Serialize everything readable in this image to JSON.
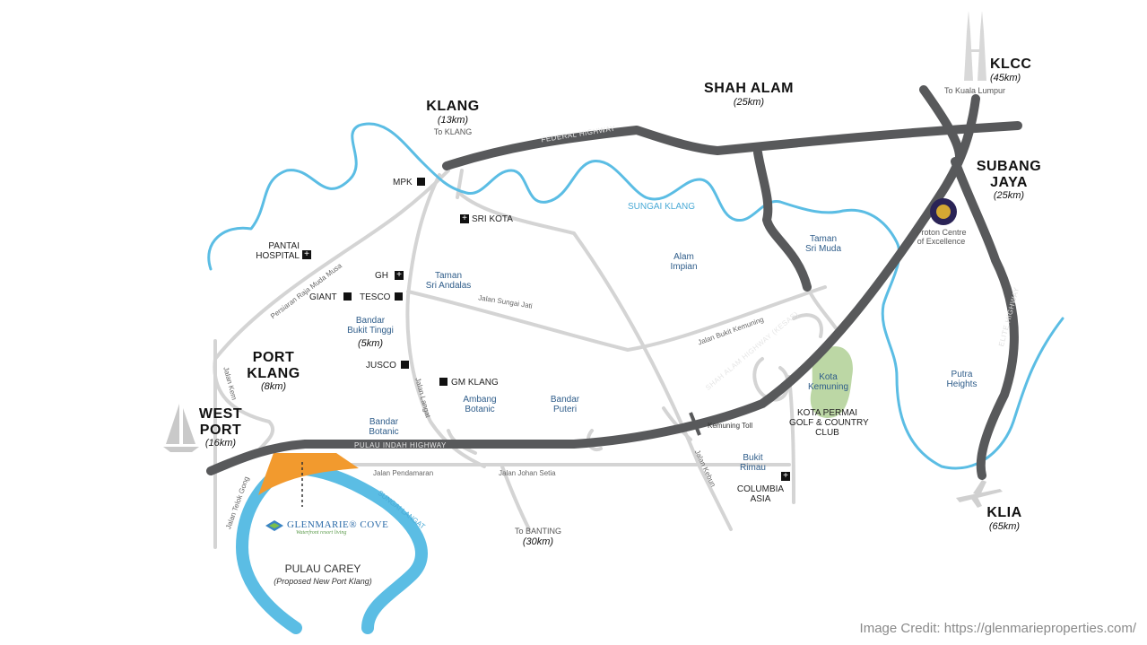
{
  "cities": {
    "klang": {
      "name": "KLANG",
      "dist": "(13km)",
      "sub": "To KLANG"
    },
    "shah_alam": {
      "name": "SHAH ALAM",
      "dist": "(25km)"
    },
    "klcc": {
      "name": "KLCC",
      "dist": "(45km)",
      "sub": "To Kuala Lumpur"
    },
    "subang": {
      "name_line1": "SUBANG",
      "name_line2": "JAYA",
      "dist": "(25km)"
    },
    "port_klang": {
      "name_line1": "PORT",
      "name_line2": "KLANG",
      "dist": "(8km)"
    },
    "west_port": {
      "name_line1": "WEST",
      "name_line2": "PORT",
      "dist": "(16km)"
    },
    "klia": {
      "name": "KLIA",
      "dist": "(65km)"
    },
    "banting": {
      "name": "To BANTING",
      "dist": "(30km)"
    }
  },
  "places": {
    "mpk": "MPK",
    "sri_kota": "SRI KOTA",
    "pantai_line1": "PANTAI",
    "pantai_line2": "HOSPITAL",
    "gh": "GH",
    "giant": "GIANT",
    "tesco": "TESCO",
    "jusco": "JUSCO",
    "gm_klang": "GM KLANG",
    "columbia_line1": "COLUMBIA",
    "columbia_line2": "ASIA",
    "proton_line1": "Proton Centre",
    "proton_line2": "of Excellence",
    "kota_permai_line1": "KOTA PERMAI",
    "kota_permai_line2": "GOLF & COUNTRY",
    "kota_permai_line3": "CLUB",
    "kemuning_toll": "Kemuning Toll",
    "pulau_carey": "PULAU CAREY",
    "pulau_carey_sub": "(Proposed New Port Klang)"
  },
  "areas": {
    "taman_sri_andalas": [
      "Taman",
      "Sri Andalas"
    ],
    "bandar_bukit_tinggi": [
      "Bandar",
      "Bukit Tinggi"
    ],
    "bbt_dist": "(5km)",
    "alam_impian": [
      "Alam",
      "Impian"
    ],
    "taman_sri_muda": [
      "Taman",
      "Sri Muda"
    ],
    "kota_kemuning": [
      "Kota",
      "Kemuning"
    ],
    "putra_heights": [
      "Putra",
      "Heights"
    ],
    "ambang_botanic": [
      "Ambang",
      "Botanic"
    ],
    "bandar_puteri": [
      "Bandar",
      "Puteri"
    ],
    "bandar_botanic": [
      "Bandar",
      "Botanic"
    ],
    "bukit_rimau": [
      "Bukit",
      "Rimau"
    ]
  },
  "roads": {
    "federal": "FEDERAL HIGHWAY",
    "kesas": "SHAH ALAM HIGHWAY (KESAS)",
    "elite": "ELITE HIGHWAY",
    "pulau_indah": "PULAU INDAH HIGHWAY",
    "persiaran": "Persiaran Raja Muda Musa",
    "sungai_jati": "Jalan Sungai Jati",
    "bukit_kemuning": "Jalan Bukit Kemuning",
    "kem": "Jalan Kem",
    "langat": "Jalan Langat",
    "telok_gong": "Jalan Telok Gong",
    "pendamaran": "Jalan Pendamaran",
    "johan_setia": "Jalan Johan Setia",
    "kebun": "Jalan Kebun"
  },
  "rivers": {
    "klang": "SUNGAI KLANG",
    "langat": "SUNGAI LANGAT"
  },
  "brand": {
    "name": "GLENMARIE® COVE",
    "tagline": "Waterfront resort living"
  },
  "credit": "Image Credit: https://glenmarieproperties.com/",
  "colors": {
    "highway": "#58595b",
    "road": "#d4d4d4",
    "river": "#5bbde4",
    "site": "#f29a2e",
    "green": "#bcd7a5",
    "area_text": "#2f5d8a"
  }
}
